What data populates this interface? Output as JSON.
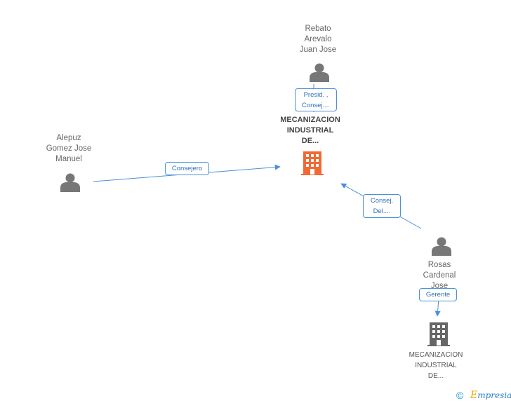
{
  "nodes": {
    "rebato": {
      "name_lines": [
        "Rebato",
        "Arevalo",
        "Juan Jose"
      ],
      "icon": "person-icon"
    },
    "alepuz": {
      "name_lines": [
        "Alepuz",
        "Gomez Jose",
        "Manuel"
      ],
      "icon": "person-icon"
    },
    "rosas": {
      "name_lines": [
        "Rosas",
        "Cardenal",
        "Jose"
      ],
      "icon": "person-icon"
    },
    "company_main": {
      "name_lines": [
        "MECANIZACION",
        "INDUSTRIAL",
        "DE..."
      ],
      "icon": "building-icon",
      "color": "#f06a35"
    },
    "company_secondary": {
      "name_lines": [
        "MECANIZACION",
        "INDUSTRIAL",
        "DE..."
      ],
      "icon": "building-icon",
      "color": "#666666"
    }
  },
  "edges": {
    "rebato_to_main": {
      "label_lines": [
        "Presid. ,",
        "Consej...."
      ]
    },
    "alepuz_to_main": {
      "label_lines": [
        "Consejero"
      ]
    },
    "rosas_to_main": {
      "label_lines": [
        "Consej.",
        "Del...."
      ]
    },
    "rosas_to_secondary": {
      "label_lines": [
        "Gerente"
      ]
    }
  },
  "colors": {
    "edge": "#4a90d9",
    "person": "#777777",
    "company_main": "#f06a35",
    "company_secondary": "#666666"
  },
  "footer": {
    "copyright_symbol": "©",
    "brand_first_letter": "E",
    "brand_rest": "mpresia"
  }
}
